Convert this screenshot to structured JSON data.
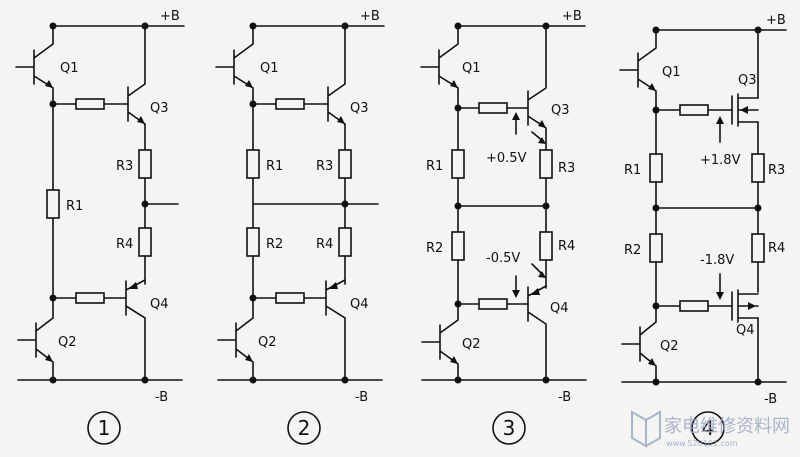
{
  "diagram": {
    "panels": [
      {
        "number": "1",
        "pos_rail": "+B",
        "neg_rail": "-B",
        "q1": "Q1",
        "q2": "Q2",
        "q3": "Q3",
        "q4": "Q4",
        "r1": "R1",
        "r3": "R3",
        "r4": "R4"
      },
      {
        "number": "2",
        "pos_rail": "+B",
        "neg_rail": "-B",
        "q1": "Q1",
        "q2": "Q2",
        "q3": "Q3",
        "q4": "Q4",
        "r1": "R1",
        "r2": "R2",
        "r3": "R3",
        "r4": "R4"
      },
      {
        "number": "3",
        "pos_rail": "+B",
        "neg_rail": "-B",
        "q1": "Q1",
        "q2": "Q2",
        "q3": "Q3",
        "q4": "Q4",
        "r1": "R1",
        "r2": "R2",
        "r3": "R3",
        "r4": "R4",
        "v_top": "+0.5V",
        "v_bot": "-0.5V"
      },
      {
        "number": "4",
        "pos_rail": "+B",
        "neg_rail": "-B",
        "q1": "Q1",
        "q2": "Q2",
        "q3": "Q3",
        "q4": "Q4",
        "r1": "R1",
        "r2": "R2",
        "r3": "R3",
        "r4": "R4",
        "v_top": "+1.8V",
        "v_bot": "-1.8V"
      }
    ],
    "watermark": {
      "title": "家电维修资料网",
      "url": "www.520101.com"
    }
  }
}
